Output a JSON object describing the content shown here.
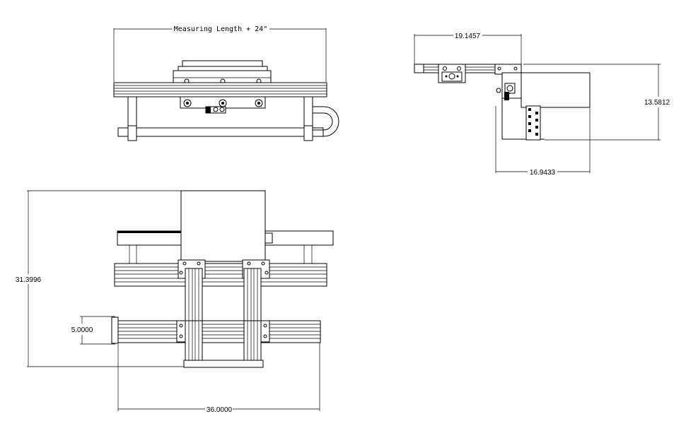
{
  "drawing": {
    "front_view": {
      "dimension_label": "Measuring Length + 24\""
    },
    "side_view": {
      "width_top": "19.1457",
      "height_right": "13.5812",
      "width_bottom": "16.9433"
    },
    "top_view": {
      "height_left": "31.3996",
      "small_offset": "5.0000",
      "width_bottom": "36.0000"
    }
  }
}
